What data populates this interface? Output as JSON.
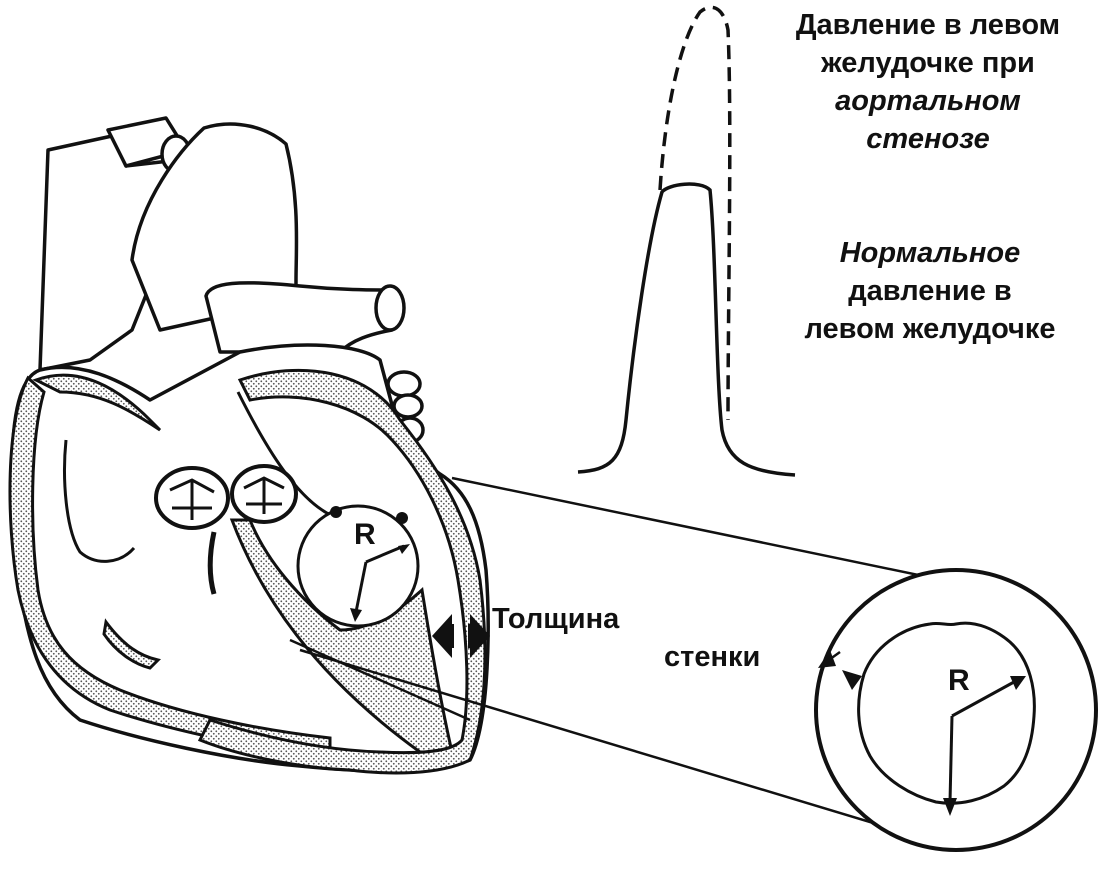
{
  "labels": {
    "stenosis_line1": "Давление в левом",
    "stenosis_line2": "желудочке при",
    "stenosis_line3": "аортальном",
    "stenosis_line4": "стенозе",
    "normal_line1": "Нормальное",
    "normal_line2": "давление в",
    "normal_line3": "левом желудочке",
    "wall_line1": "Толщина",
    "wall_line2": "стенки",
    "radius_small": "R",
    "radius_large": "R"
  },
  "colors": {
    "ink": "#111111",
    "wall_fill": "#c9c9c9"
  }
}
